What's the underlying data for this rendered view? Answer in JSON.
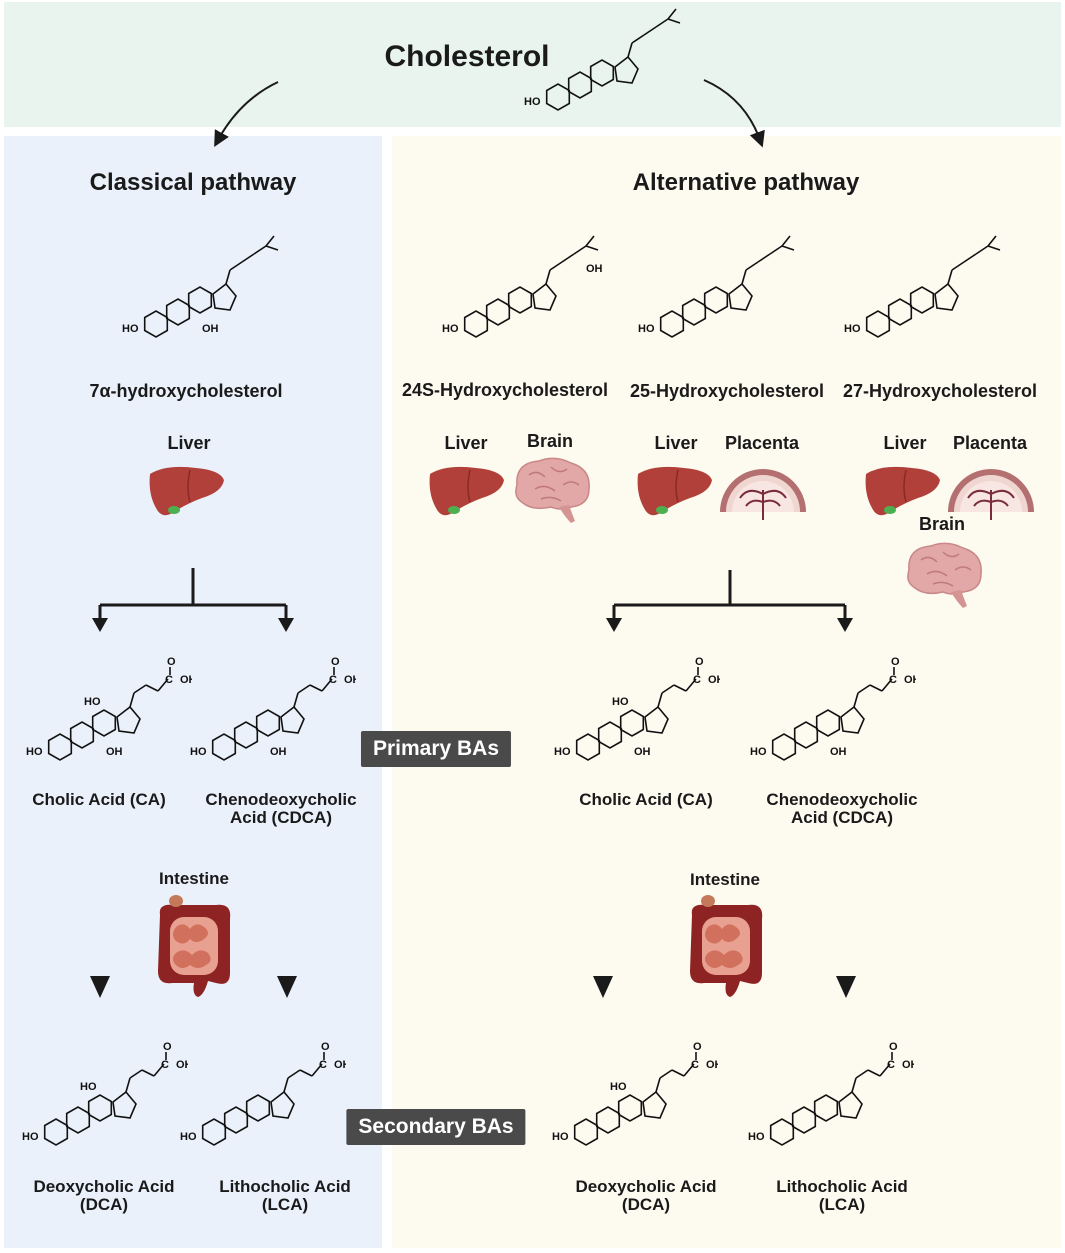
{
  "title": "Cholesterol",
  "classical": {
    "header": "Classical pathway",
    "precursor": "7α-hydroxycholesterol",
    "organ": "Liver",
    "primary": [
      "Cholic Acid (CA)",
      "Chenodeoxycholic",
      "Acid (CDCA)"
    ],
    "organ_intestine": "Intestine",
    "secondary": [
      "Deoxycholic Acid",
      "(DCA)",
      "Lithocholic Acid",
      "(LCA)"
    ]
  },
  "alternative": {
    "header": "Alternative pathway",
    "precursors": [
      "24S-Hydroxycholesterol",
      "25-Hydroxycholesterol",
      "27-Hydroxycholesterol"
    ],
    "organs": {
      "p1": [
        "Liver",
        "Brain"
      ],
      "p2": [
        "Liver",
        "Placenta"
      ],
      "p3": [
        "Liver",
        "Placenta",
        "Brain"
      ]
    },
    "primary": [
      "Cholic Acid (CA)",
      "Chenodeoxycholic",
      "Acid (CDCA)"
    ],
    "organ_intestine": "Intestine",
    "secondary": [
      "Deoxycholic Acid",
      "(DCA)",
      "Lithocholic Acid",
      "(LCA)"
    ]
  },
  "badges": {
    "primary": "Primary BAs",
    "secondary": "Secondary BAs"
  },
  "chem": {
    "ho": "HO",
    "oh": "OH",
    "o": "O",
    "c": "C"
  },
  "colors": {
    "top_bg": "#e9f4ef",
    "left_bg": "#ebf1fb",
    "right_bg": "#fdfaf0",
    "badge": "#4a4a4a",
    "liver": "#b2403a",
    "brain": "#e2a8a8",
    "intestine": "#8e2323"
  }
}
